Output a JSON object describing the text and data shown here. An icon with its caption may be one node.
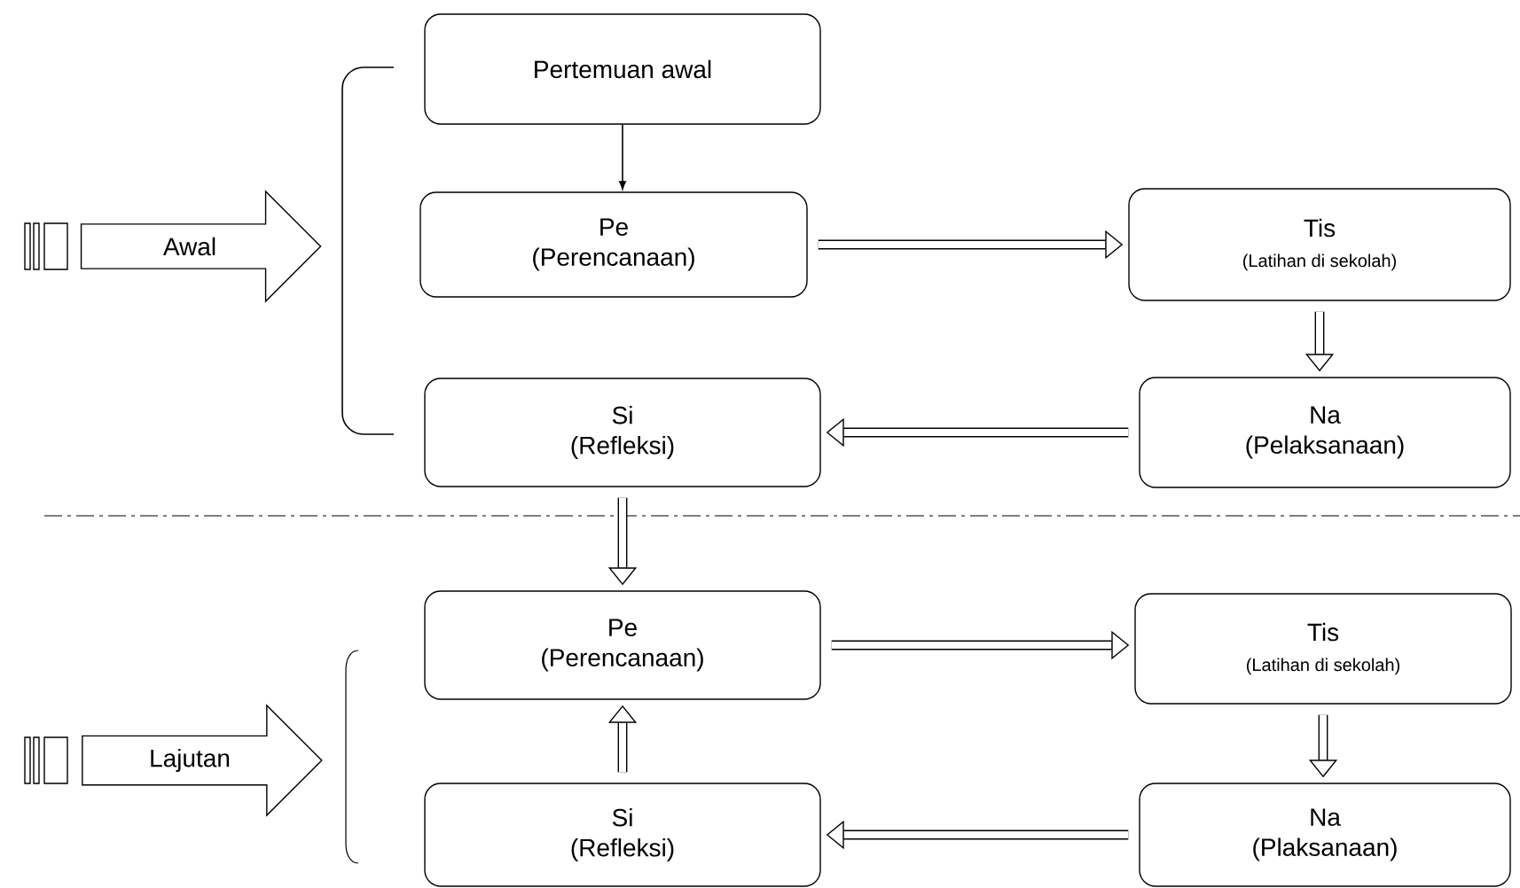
{
  "diagram": {
    "nodes": [
      {
        "text": [
          "Pertemuan awal"
        ]
      },
      {
        "text": [
          "Awal"
        ]
      },
      {
        "text": [
          "Pe",
          "(Perencanaan)"
        ]
      },
      {
        "text": [
          "Tis",
          "(Latihan di sekolah)"
        ]
      },
      {
        "text": [
          "Si",
          "(Refleksi)"
        ]
      },
      {
        "text": [
          "Na",
          "(Pelaksanaan)"
        ]
      },
      {
        "text": [
          "Pe",
          "(Perencanaan)"
        ]
      },
      {
        "text": [
          "Tis",
          "(Latihan di sekolah)"
        ]
      },
      {
        "text": [
          "Lajutan"
        ]
      },
      {
        "text": [
          "Si",
          "(Refleksi)"
        ]
      },
      {
        "text": [
          "Na",
          "(Plaksanaan)"
        ]
      }
    ],
    "edges": [
      {
        "from": 0,
        "to": 2,
        "arrow": "to"
      },
      {
        "from": 2,
        "to": 3,
        "arrow": "to"
      },
      {
        "from": 3,
        "to": 5,
        "arrow": "to"
      },
      {
        "from": 5,
        "to": 4,
        "arrow": "to"
      },
      {
        "from": 4,
        "to": 6,
        "arrow": "to"
      },
      {
        "from": 6,
        "to": 7,
        "arrow": "to"
      },
      {
        "from": 7,
        "to": 10,
        "arrow": "to"
      },
      {
        "from": 10,
        "to": 9,
        "arrow": "to"
      },
      {
        "from": 9,
        "to": 6,
        "arrow": "to"
      }
    ]
  }
}
